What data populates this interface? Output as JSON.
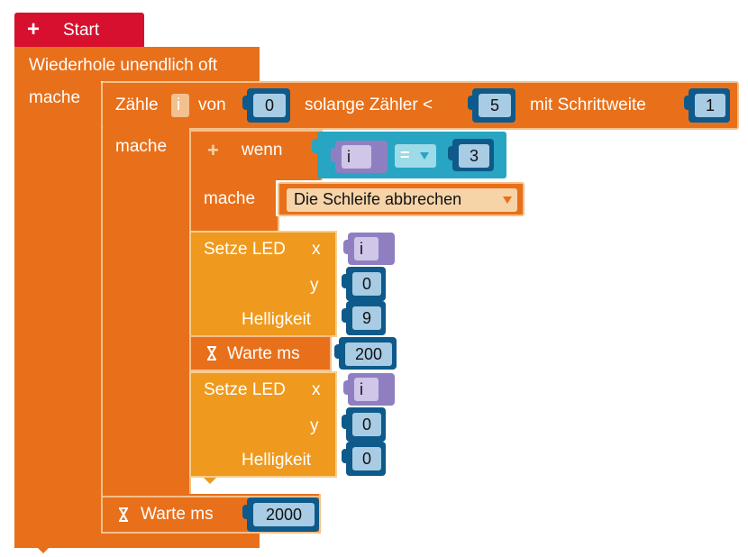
{
  "start_label": "Start",
  "repeat_label": "Wiederhole unendlich oft",
  "do_label": "mache",
  "count_loop": {
    "label": "Zähle",
    "var": "i",
    "from_label": "von",
    "from": "0",
    "while_label": "solange Zähler <",
    "to": "5",
    "step_label": "mit Schrittweite",
    "step": "1",
    "do_label": "mache"
  },
  "if_block": {
    "label": "wenn",
    "var": "i",
    "operator": "=",
    "value": "3",
    "do_label": "mache",
    "action": "Die Schleife abbrechen"
  },
  "set_led_1": {
    "label": "Setze LED",
    "x_label": "x",
    "x": "i",
    "y_label": "y",
    "y": "0",
    "brightness_label": "Helligkeit",
    "brightness": "9"
  },
  "wait_1": {
    "label": "Warte ms",
    "value": "200"
  },
  "set_led_2": {
    "label": "Setze LED",
    "x_label": "x",
    "x": "i",
    "y_label": "y",
    "y": "0",
    "brightness_label": "Helligkeit",
    "brightness": "0"
  },
  "wait_2": {
    "label": "Warte ms",
    "value": "2000"
  },
  "colors": {
    "start": "#d7102f",
    "loop": "#e8701a",
    "led": "#ef9a1e",
    "number": "#0e5a8a",
    "variable": "#8f7fc1",
    "logic": "#28a5c2"
  }
}
